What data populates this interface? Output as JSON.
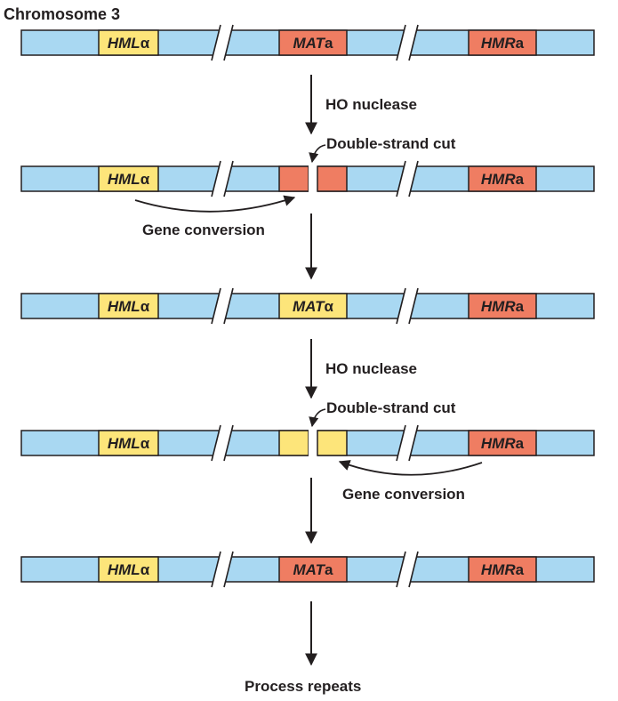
{
  "title": "Chromosome 3",
  "colors": {
    "chromosome": "#a9d8f2",
    "alpha_locus": "#fde57a",
    "a_locus": "#ef7d62",
    "outline": "#231f20"
  },
  "rows": [
    {
      "left": {
        "italic": "HML",
        "suffix": "α",
        "color": "alpha"
      },
      "mat": {
        "italic": "MAT",
        "suffix": "a",
        "color": "a",
        "cut": false
      },
      "right": {
        "italic": "HMR",
        "suffix": "a",
        "color": "a"
      }
    },
    {
      "left": {
        "italic": "HML",
        "suffix": "α",
        "color": "alpha"
      },
      "mat": {
        "italic": "",
        "suffix": "",
        "color": "a",
        "cut": true
      },
      "right": {
        "italic": "HMR",
        "suffix": "a",
        "color": "a"
      }
    },
    {
      "left": {
        "italic": "HML",
        "suffix": "α",
        "color": "alpha"
      },
      "mat": {
        "italic": "MAT",
        "suffix": "α",
        "color": "alpha",
        "cut": false
      },
      "right": {
        "italic": "HMR",
        "suffix": "a",
        "color": "a"
      }
    },
    {
      "left": {
        "italic": "HML",
        "suffix": "α",
        "color": "alpha"
      },
      "mat": {
        "italic": "",
        "suffix": "",
        "color": "alpha",
        "cut": true
      },
      "right": {
        "italic": "HMR",
        "suffix": "a",
        "color": "a"
      }
    },
    {
      "left": {
        "italic": "HML",
        "suffix": "α",
        "color": "alpha"
      },
      "mat": {
        "italic": "MAT",
        "suffix": "a",
        "color": "a",
        "cut": false
      },
      "right": {
        "italic": "HMR",
        "suffix": "a",
        "color": "a"
      }
    }
  ],
  "labels": {
    "ho_nuclease_1": "HO nuclease",
    "double_strand_cut_1": "Double-strand cut",
    "gene_conversion_1": "Gene conversion",
    "ho_nuclease_2": "HO nuclease",
    "double_strand_cut_2": "Double-strand cut",
    "gene_conversion_2": "Gene conversion",
    "process_repeats": "Process repeats"
  }
}
